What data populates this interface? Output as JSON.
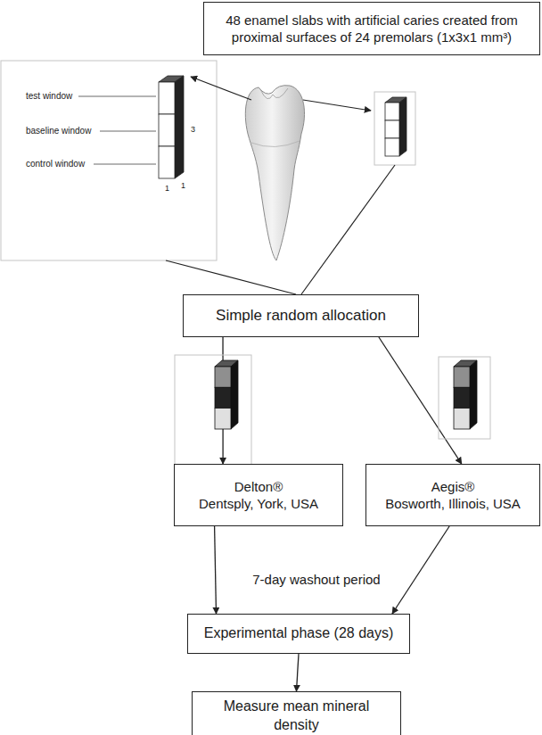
{
  "diagram": {
    "nodes": [
      {
        "text": [
          "48 enamel slabs with artificial caries created from proximal surfaces of 24 premolars (1x3x1 mm³)"
        ]
      },
      {
        "text": [
          "Simple random allocation"
        ]
      },
      {
        "text": [
          "Delton®",
          "Dentsply, York, USA"
        ]
      },
      {
        "text": [
          "Aegis®",
          "Bosworth, Illinois, USA"
        ]
      },
      {
        "text": [
          "Experimental phase (28 days)"
        ]
      },
      {
        "text": [
          "Measure mean mineral density"
        ]
      }
    ],
    "edges": [
      {
        "from": 1,
        "to": 2,
        "arrow": "to"
      },
      {
        "from": 1,
        "to": 3,
        "arrow": "to"
      },
      {
        "from": 2,
        "to": 4,
        "arrow": "to"
      },
      {
        "from": 3,
        "to": 4,
        "arrow": "to"
      },
      {
        "from": 4,
        "to": 5,
        "arrow": "to"
      }
    ],
    "labels": [
      "test window",
      "baseline window",
      "control window",
      "1",
      "1",
      "3",
      "7-day washout period"
    ]
  }
}
